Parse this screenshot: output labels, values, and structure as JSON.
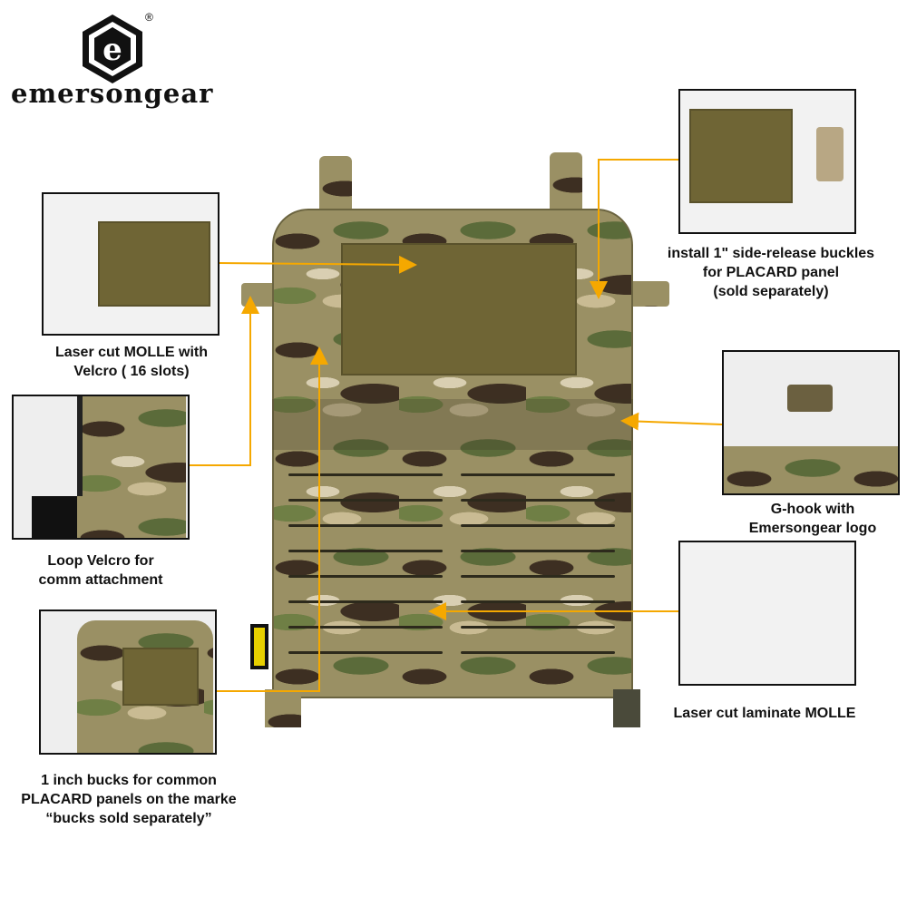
{
  "brand": {
    "name": "emersongear",
    "registered_mark": "®",
    "logo_letter": "e"
  },
  "accent_color": "#f5a800",
  "callouts": {
    "side_release": [
      "install 1\" side-release buckles",
      "for PLACARD panel",
      "(sold separately)"
    ],
    "laser_molle_velcro": [
      "Laser cut MOLLE with",
      "Velcro ( 16 slots)"
    ],
    "loop_velcro": [
      "Loop Velcro for",
      "comm attachment"
    ],
    "g_hook": [
      "G-hook with",
      "Emersongear logo"
    ],
    "laminate_molle": [
      "Laser cut laminate MOLLE"
    ],
    "inch_bucks": [
      "1 inch bucks for common",
      "PLACARD panels on the marke",
      "“bucks sold separately”"
    ]
  }
}
